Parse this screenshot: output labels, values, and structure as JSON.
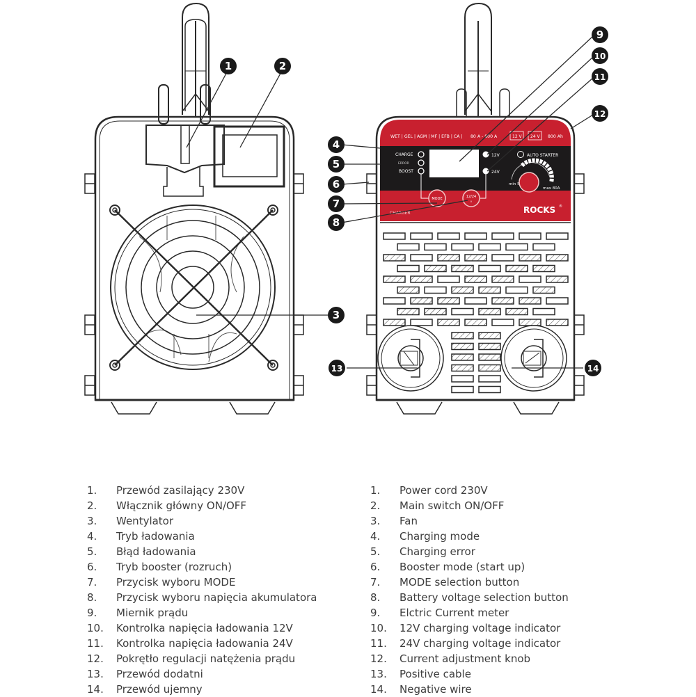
{
  "callouts": [
    "1",
    "2",
    "3",
    "4",
    "5",
    "6",
    "7",
    "8",
    "9",
    "10",
    "11",
    "12",
    "13",
    "14"
  ],
  "panel": {
    "battery_types": "WET | GEL | AGM | MF | EFB | CA |",
    "current_range": "80 A - 800 A",
    "voltage_12": "12 V",
    "voltage_24": "24 V",
    "capacity": "800 Ah",
    "led_charge": "CHARGE",
    "led_error": "ERROR",
    "led_boost": "BOOST",
    "led_12v": "12V",
    "led_24v": "24V",
    "auto_starter": "AUTO STARTER",
    "knob_min": "min 5A",
    "knob_max": "max 80A",
    "mode_button": "MODE",
    "voltage_button": "12/24",
    "voltage_button_sub": "V",
    "model_label": "CHARGER",
    "brand": "ROCKS",
    "brand_mark": "®"
  },
  "colors": {
    "panel_red": "#c8202f",
    "panel_black": "#1c1a1b",
    "line": "#2a2a2a",
    "legend_text": "#3d3d3d"
  },
  "legend_pl": [
    {
      "num": "1.",
      "text": "Przewód zasilający 230V"
    },
    {
      "num": "2.",
      "text": "Włącznik główny ON/OFF"
    },
    {
      "num": "3.",
      "text": "Wentylator"
    },
    {
      "num": "4.",
      "text": "Tryb ładowania"
    },
    {
      "num": "5.",
      "text": "Błąd ładowania"
    },
    {
      "num": "6.",
      "text": "Tryb booster (rozruch)"
    },
    {
      "num": "7.",
      "text": "Przycisk wyboru MODE"
    },
    {
      "num": "8.",
      "text": "Przycisk wyboru napięcia akumulatora"
    },
    {
      "num": "9.",
      "text": "Miernik prądu"
    },
    {
      "num": "10.",
      "text": "Kontrolka napięcia ładowania 12V"
    },
    {
      "num": "11.",
      "text": "Kontrolka napięcia ładowania 24V"
    },
    {
      "num": "12.",
      "text": "Pokrętło regulacji natężenia prądu"
    },
    {
      "num": "13.",
      "text": "Przewód dodatni"
    },
    {
      "num": "14.",
      "text": "Przewód ujemny"
    }
  ],
  "legend_en": [
    {
      "num": "1.",
      "text": "Power cord 230V"
    },
    {
      "num": "2.",
      "text": "Main switch ON/OFF"
    },
    {
      "num": "3.",
      "text": "Fan"
    },
    {
      "num": "4.",
      "text": "Charging mode"
    },
    {
      "num": "5.",
      "text": "Charging error"
    },
    {
      "num": "6.",
      "text": "Booster mode (start up)"
    },
    {
      "num": "7.",
      "text": "MODE selection button"
    },
    {
      "num": "8.",
      "text": "Battery voltage selection button"
    },
    {
      "num": "9.",
      "text": "Elctric Current meter"
    },
    {
      "num": "10.",
      "text": "12V charging voltage indicator"
    },
    {
      "num": "11.",
      "text": "24V charging voltage indicator"
    },
    {
      "num": "12.",
      "text": "Current adjustment knob"
    },
    {
      "num": "13.",
      "text": "Positive cable"
    },
    {
      "num": "14.",
      "text": "Negative wire"
    }
  ]
}
